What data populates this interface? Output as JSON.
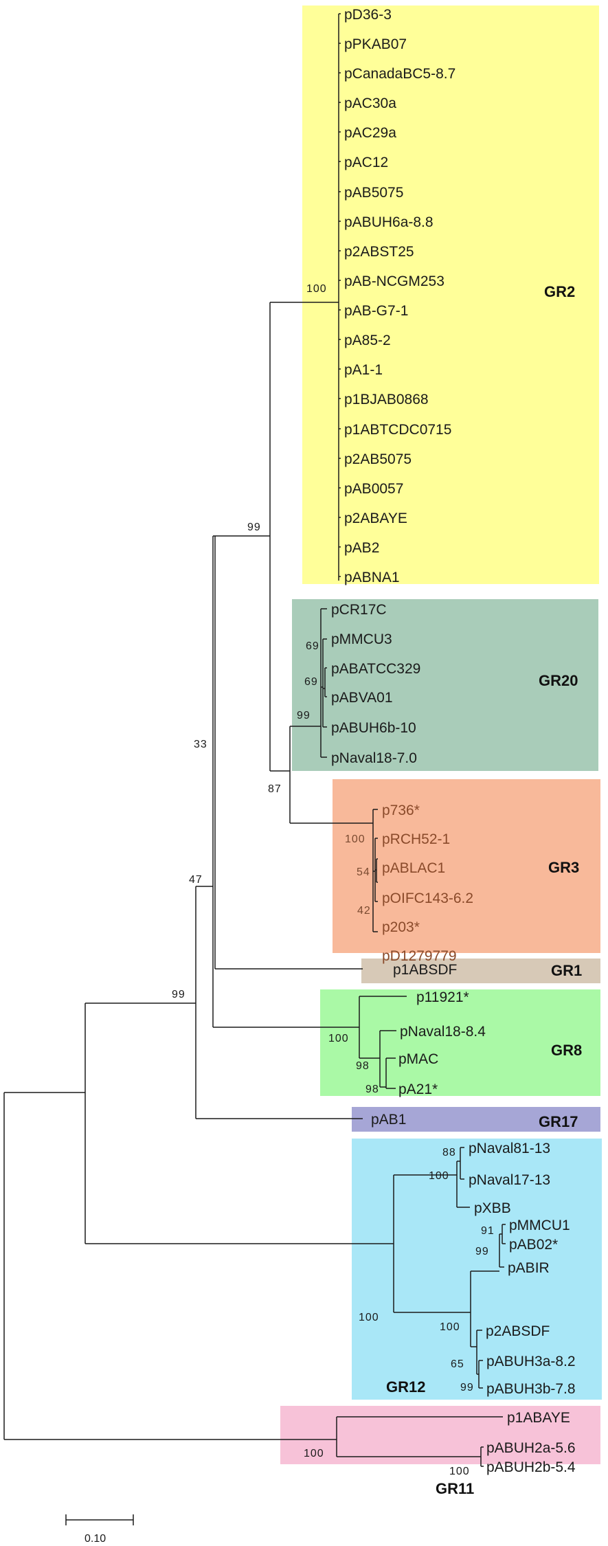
{
  "groups": [
    {
      "label": "GR2",
      "color": "#ffff99"
    },
    {
      "label": "GR20",
      "color": "#a9ccb9"
    },
    {
      "label": "GR3",
      "color": "#f8b99a"
    },
    {
      "label": "GR1",
      "color": "#d7c9b7"
    },
    {
      "label": "GR8",
      "color": "#aaf9a6"
    },
    {
      "label": "GR17",
      "color": "#a6a6d6"
    },
    {
      "label": "GR12",
      "color": "#a9e7f7"
    },
    {
      "label": "GR11",
      "color": "#f7c2d8"
    }
  ],
  "leaves": {
    "gr2": [
      "pD36-3",
      "pPKAB07",
      "pCanadaBC5-8.7",
      "pAC30a",
      "pAC29a",
      "pAC12",
      "pAB5075",
      "pABUH6a-8.8",
      "p2ABST25",
      "pAB-NCGM253",
      "pAB-G7-1",
      "pA85-2",
      "pA1-1",
      "p1BJAB0868",
      "p1ABTCDC0715",
      "p2AB5075",
      "pAB0057",
      "p2ABAYE",
      "pAB2",
      "pABNA1"
    ],
    "gr20": [
      "pCR17C",
      "pMMCU3",
      "pABATCC329",
      "pABVA01",
      "pABUH6b-10",
      "pNaval18-7.0"
    ],
    "gr3": [
      "p736*",
      "pRCH52-1",
      "pABLAC1",
      "pOIFC143-6.2",
      "p203*",
      "pD1279779"
    ],
    "gr1": [
      "p1ABSDF"
    ],
    "gr8": [
      "p11921*",
      "pNaval18-8.4",
      "pMAC",
      "pA21*"
    ],
    "gr17": [
      "pAB1"
    ],
    "gr12": [
      "pNaval81-13",
      "pNaval17-13",
      "pXBB",
      "pMMCU1",
      "pAB02*",
      "pABIR",
      "p2ABSDF",
      "pABUH3a-8.2",
      "pABUH3b-7.8"
    ],
    "gr11": [
      "p1ABAYE",
      "pABUH2a-5.6",
      "pABUH2b-5.4"
    ]
  },
  "bootstrap": {
    "gr2": "100",
    "b99a": "99",
    "b33": "33",
    "b87": "87",
    "b47": "47",
    "b99b": "99",
    "gr20_69a": "69",
    "gr20_69b": "69",
    "gr20_99": "99",
    "gr3_100": "100",
    "gr3_54": "54",
    "gr3_42": "42",
    "gr8_100": "100",
    "gr8_98a": "98",
    "gr8_98b": "98",
    "gr12_88": "88",
    "gr12_100a": "100",
    "gr12_100b": "100",
    "gr12_91": "91",
    "gr12_99a": "99",
    "gr12_100c": "100",
    "gr12_65": "65",
    "gr12_99b": "99",
    "gr11_100a": "100",
    "gr11_100b": "100"
  },
  "scale": {
    "label": "0.10"
  }
}
